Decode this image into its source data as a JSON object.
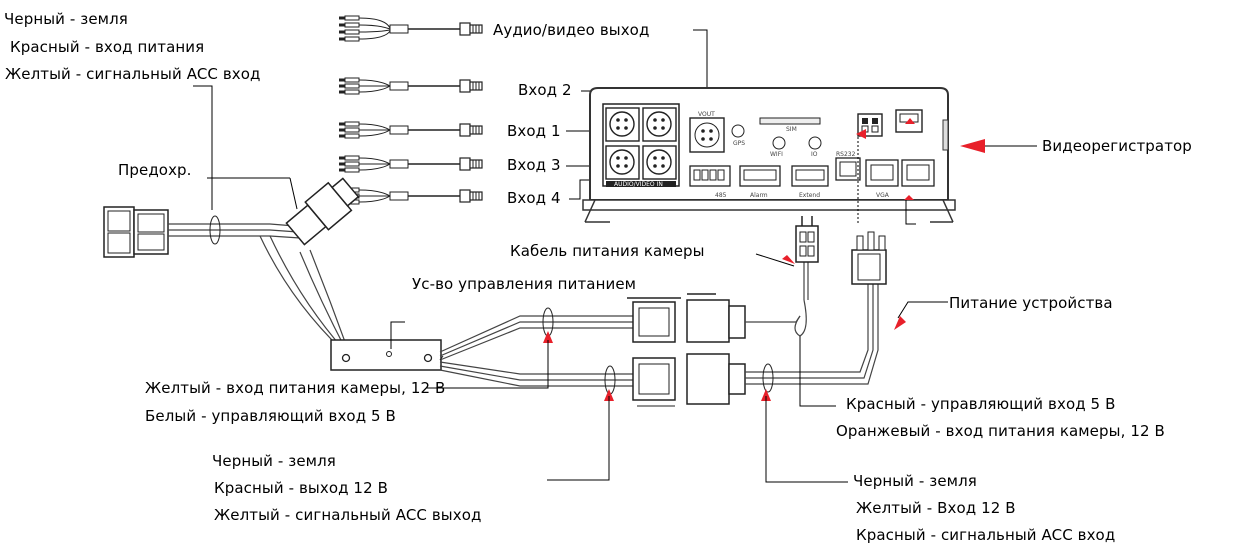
{
  "labels": {
    "acc_in_top": [
      "Черный - земля",
      "Красный - вход питания",
      "Желтый - сигнальный ACC вход"
    ],
    "fuse": "Предохр.",
    "av_out": "Аудио/видео выход",
    "in2": "Вход 2",
    "in1": "Вход 1",
    "in3": "Вход 3",
    "in4": "Вход 4",
    "dvr": "Видеорегистратор",
    "cam_power_cable": "Кабель питания камеры",
    "power_ctrl": "Ус-во управления питанием",
    "device_power": "Питание устройства",
    "cam_power_in": [
      "Желтый - вход питания камеры, 12 В",
      "Белый - управляющий вход 5 В"
    ],
    "acc_out": [
      "Черный - земля",
      "Красный - выход 12 В",
      "Желтый - сигнальный ACC выход"
    ],
    "ctrl_in": [
      "Красный - управляющий вход 5 В",
      "Оранжевый - вход питания камеры, 12 В"
    ],
    "dev_in": [
      "Черный - земля",
      "Желтый - Вход 12 В",
      "Красный - сигнальный ACC вход"
    ]
  },
  "panel": {
    "vout": "VOUT",
    "gps": "GPS",
    "sim": "SIM",
    "wifi": "WIFI",
    "io": "IO",
    "rs232": "RS232",
    "av_in": "AUDIO/VIDEO IN",
    "p485": "485",
    "alarm": "Alarm",
    "extend": "Extend",
    "vga": "VGA"
  },
  "colors": {
    "arrow": "#e8202a",
    "line": "#000000",
    "device_outline": "#333333"
  }
}
